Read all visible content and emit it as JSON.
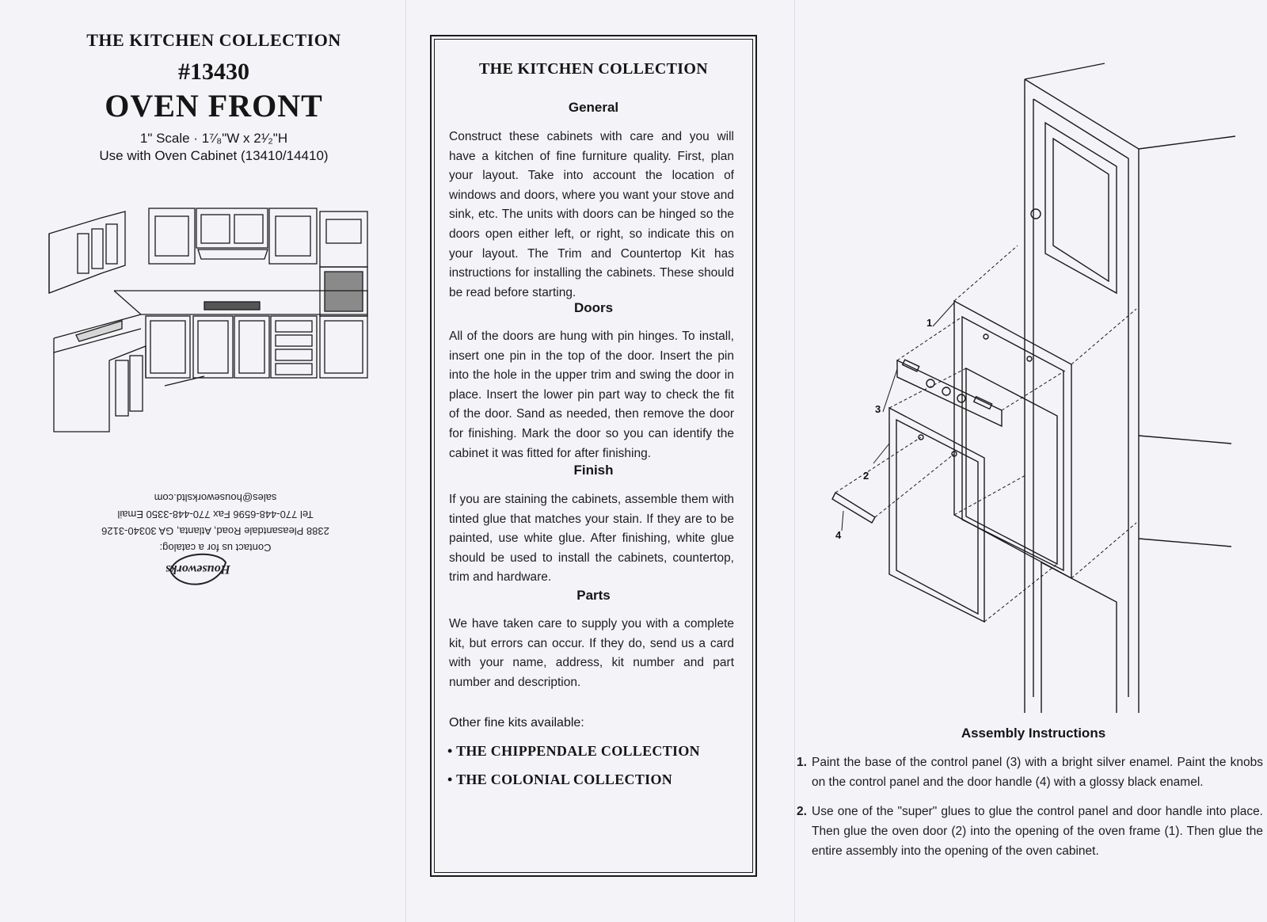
{
  "left": {
    "brand": "THE KITCHEN COLLECTION",
    "number": "#13430",
    "title": "OVEN FRONT",
    "scale": "1\" Scale · 1⁷⁄₈\"W x 2¹⁄₂\"H",
    "use_with": "Use with Oven Cabinet (13410/14410)",
    "contact": {
      "heading": "Contact us for a catalog:",
      "address": "2388 Pleasantdale Road, Atlanta, GA 30340-3126",
      "phone": "Tel 770-448-6596 Fax 770-448-3350 Email sales@houseworksltd.com"
    },
    "logo_text": "Houseworks"
  },
  "middle": {
    "brand": "THE KITCHEN COLLECTION",
    "sections": [
      {
        "heading": "General",
        "body": "Construct these cabinets with care and you will have a kitchen of fine furniture quality. First, plan your layout. Take into account the location of windows and doors, where you want your stove and sink, etc. The units with doors can be hinged so the doors open either left, or right, so indicate this on your layout. The Trim and Countertop Kit has instructions for installing the cabinets. These should be read before starting."
      },
      {
        "heading": "Doors",
        "body": "All of the doors are hung with pin hinges. To install, insert one pin in the top of the door. Insert the pin into the hole in the upper trim and swing the door in place. Insert the lower pin part way to check the fit of the door. Sand as needed, then remove the door for finishing. Mark the door so you can identify the cabinet it was fitted for after finishing."
      },
      {
        "heading": "Finish",
        "body": "If you are staining the cabinets, assemble them with tinted glue that matches your stain. If they are to be painted, use white glue. After finishing, white glue should be used to install the cabinets, countertop, trim and hardware."
      },
      {
        "heading": "Parts",
        "body": "We have taken care to supply you with a complete kit, but errors can occur. If they do, send us a card with your name, address, kit number and part number and description."
      }
    ],
    "other_kits_label": "Other fine kits available:",
    "collections": [
      "• THE CHIPPENDALE COLLECTION",
      "• THE COLONIAL COLLECTION"
    ]
  },
  "right": {
    "callouts": [
      "1",
      "2",
      "3",
      "4"
    ],
    "heading": "Assembly Instructions",
    "steps": [
      {
        "num": "1.",
        "text": "Paint the base of the control panel (3) with a bright silver enamel. Paint the knobs on the control panel and the door handle (4) with a glossy black enamel."
      },
      {
        "num": "2.",
        "text": "Use one of the \"super\" glues to glue the control panel and door handle into place. Then glue the oven door (2) into the opening of the oven frame (1). Then glue the entire assembly into the opening of the oven cabinet."
      }
    ]
  }
}
